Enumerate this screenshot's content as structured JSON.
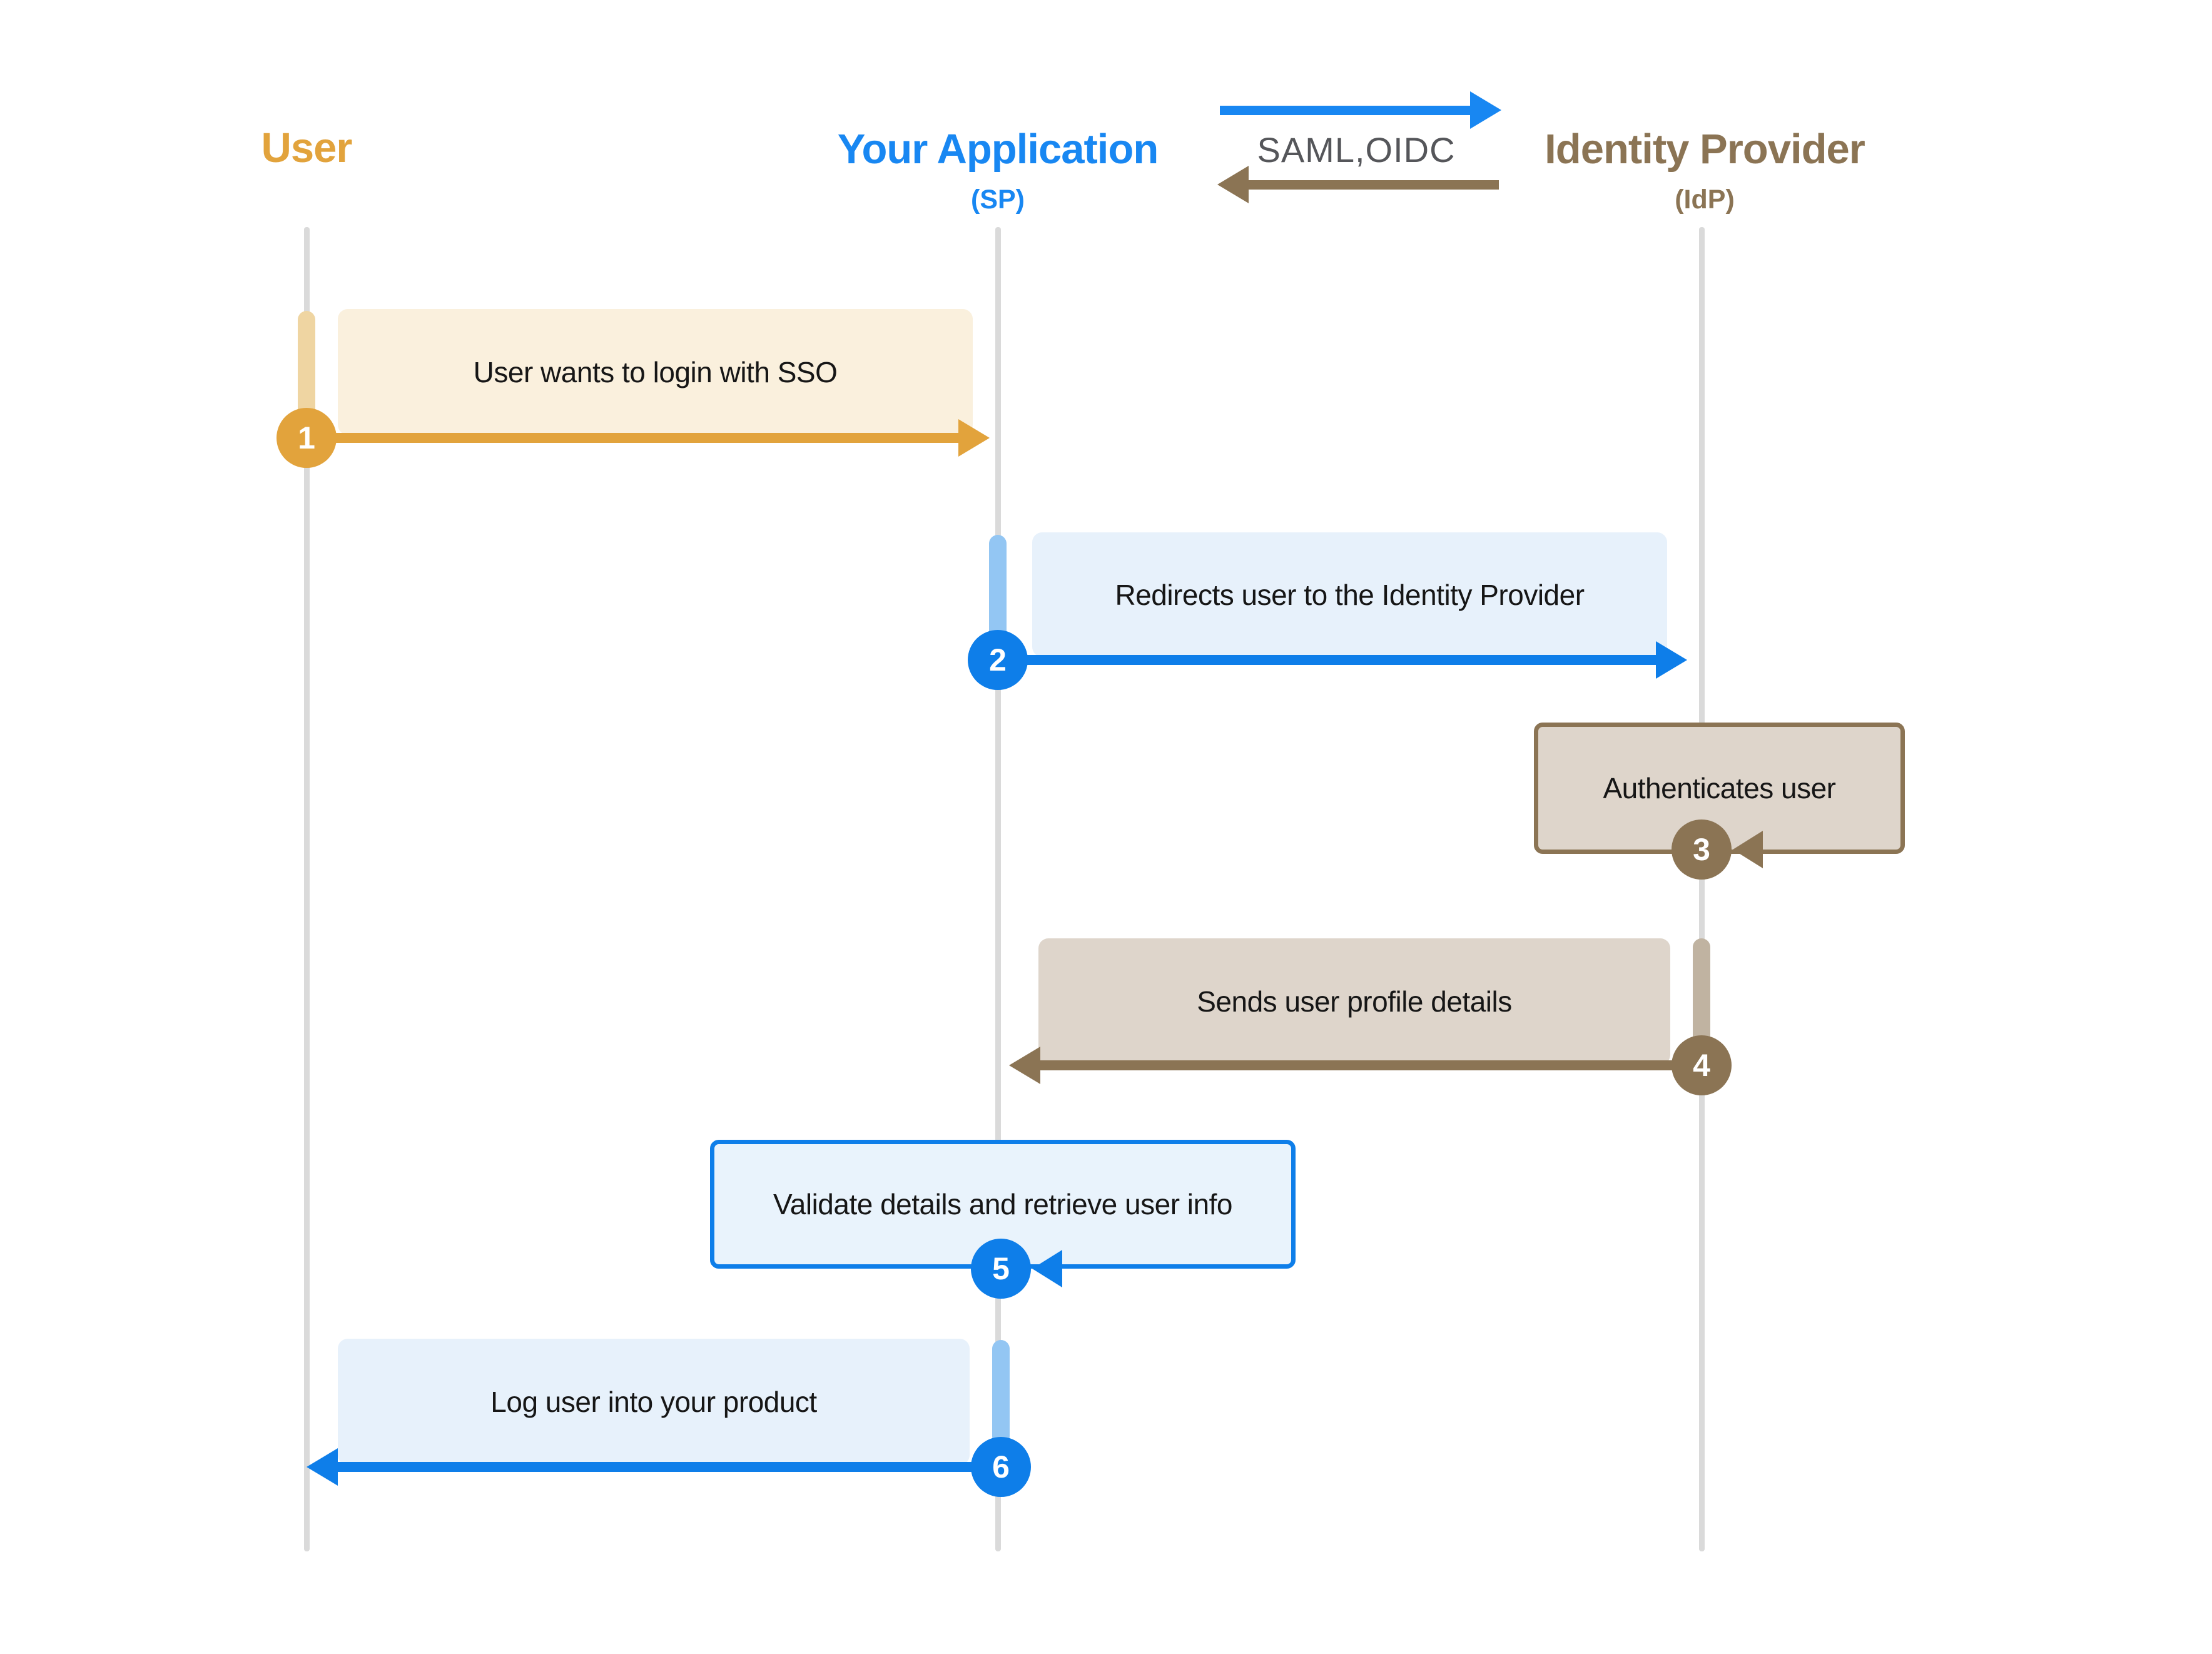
{
  "actors": {
    "user": {
      "label": "User",
      "color": "#e2a33c"
    },
    "app": {
      "label": "Your Application",
      "sub": "(SP)",
      "color": "#1887f2"
    },
    "idp": {
      "label": "Identity Provider",
      "sub": "(IdP)",
      "color": "#8b7454"
    }
  },
  "protocol": {
    "label": "SAML,OIDC",
    "right_arrow": "app-to-idp",
    "left_arrow": "idp-to-app"
  },
  "steps": [
    {
      "num": "1",
      "label": "User wants to login with SSO",
      "from": "User",
      "to": "Your Application",
      "color": "#e2a33c"
    },
    {
      "num": "2",
      "label": "Redirects user to the Identity Provider",
      "from": "Your Application",
      "to": "Identity Provider",
      "color": "#0e7ee9"
    },
    {
      "num": "3",
      "label": "Authenticates user",
      "from": "Identity Provider",
      "to": "Identity Provider",
      "color": "#8b7454"
    },
    {
      "num": "4",
      "label": "Sends user profile details",
      "from": "Identity Provider",
      "to": "Your Application",
      "color": "#8b7454"
    },
    {
      "num": "5",
      "label": "Validate details and retrieve user info",
      "from": "Your Application",
      "to": "Your Application",
      "color": "#0e7ee9"
    },
    {
      "num": "6",
      "label": "Log user into your product",
      "from": "Your Application",
      "to": "User",
      "color": "#0e7ee9"
    }
  ],
  "colors": {
    "gold": "#e2a33c",
    "gold_activation": "#efd5a2",
    "gold_box": "#faf0dd",
    "blue": "#0e7ee9",
    "blue_header": "#1887f2",
    "blue_activation": "#93c6f3",
    "blue_box": "#e7f1fb",
    "brown": "#8b7454",
    "brown_activation": "#c0b3a1",
    "brown_box": "#ded5cb",
    "lifeline": "#dadada",
    "protocol_text": "#55565a",
    "box_text": "#161616"
  }
}
